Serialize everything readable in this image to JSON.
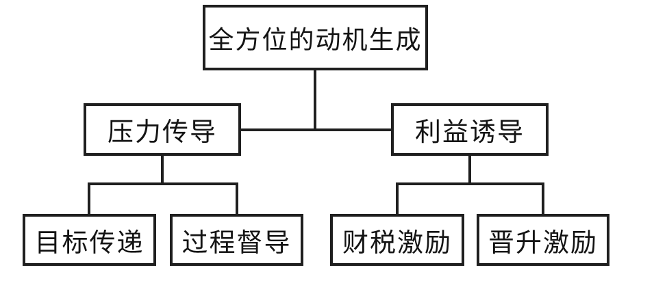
{
  "diagram": {
    "type": "hierarchy-flowchart",
    "background_color": "#ffffff",
    "line_color": "#1f1f1f",
    "text_color": "#141414",
    "root": {
      "label": "全方位的动机生成"
    },
    "branches": [
      {
        "label": "压力传导",
        "children": [
          {
            "label": "目标传递"
          },
          {
            "label": "过程督导"
          }
        ]
      },
      {
        "label": "利益诱导",
        "children": [
          {
            "label": "财税激励"
          },
          {
            "label": "晋升激励"
          }
        ]
      }
    ]
  }
}
